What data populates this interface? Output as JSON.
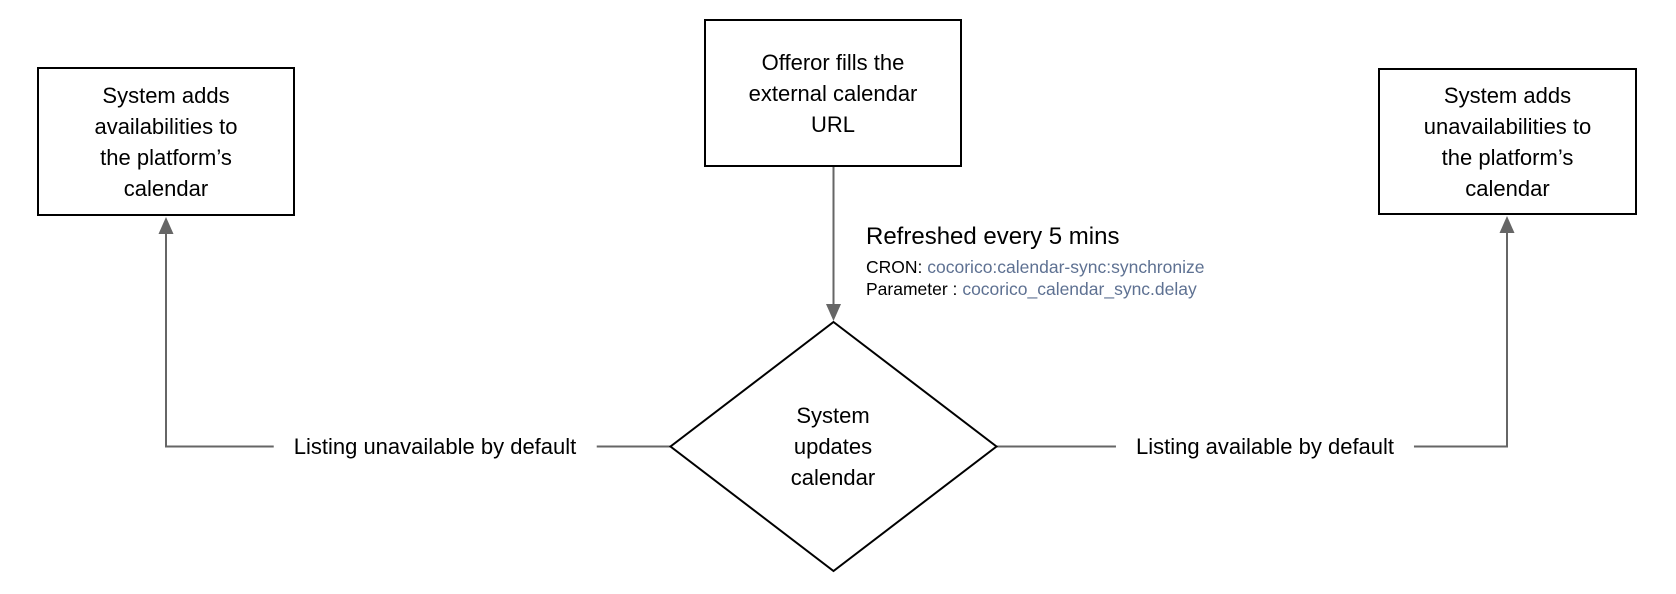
{
  "diagram": {
    "colors": {
      "box_border": "#000000",
      "text": "#000000",
      "connector": "#666666",
      "code_text": "#5e7192"
    },
    "nodes": {
      "offeror_box": {
        "text": "Offeror fills the\nexternal calendar\nURL"
      },
      "availabilities_box": {
        "text": "System adds\navailabilities to\nthe platform’s\ncalendar"
      },
      "unavailabilities_box": {
        "text": "System adds\nunavailabilities to\nthe platform’s\ncalendar"
      },
      "decision_diamond": {
        "text": "System\nupdates\ncalendar"
      }
    },
    "edge_labels": {
      "left": "Listing unavailable by default",
      "right": "Listing available by default"
    },
    "annotation": {
      "title": "Refreshed every 5 mins",
      "cron_label": "CRON:",
      "cron_value": "cocorico:calendar-sync:synchronize",
      "param_label": "Parameter :",
      "param_value": "cocorico_calendar_sync.delay"
    }
  }
}
